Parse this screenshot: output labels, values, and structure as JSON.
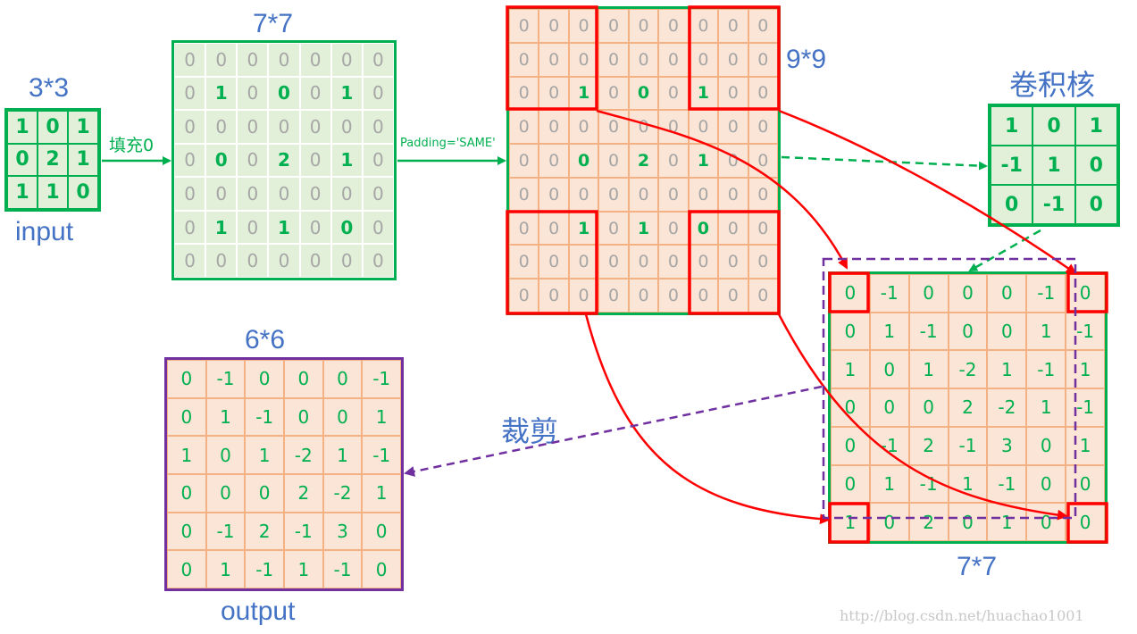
{
  "labels": {
    "input_size": "3*3",
    "input_name": "input",
    "pad_step": "填充0",
    "pad7_size": "7*7",
    "padding_arg": "Padding='SAME'",
    "pad9_size": "9*9",
    "kernel_name": "卷积核",
    "crop": "裁剪",
    "output_size": "6*6",
    "output_name": "output",
    "conv_size": "7*7",
    "watermark": "http://blog.csdn.net/huachao1001"
  },
  "colors": {
    "green": "#00b050",
    "red": "#ff0000",
    "purple": "#7030a0",
    "blue_text": "#4472c4",
    "cell_green_bg": "#e2f0d9",
    "cell_peach_bg": "#fbe5d6"
  },
  "input_matrix": [
    [
      "1",
      "0",
      "1"
    ],
    [
      "0",
      "2",
      "1"
    ],
    [
      "1",
      "1",
      "0"
    ]
  ],
  "padded_7x7": [
    [
      "0",
      "0",
      "0",
      "0",
      "0",
      "0",
      "0"
    ],
    [
      "0",
      "1",
      "0",
      "0",
      "0",
      "1",
      "0"
    ],
    [
      "0",
      "0",
      "0",
      "0",
      "0",
      "0",
      "0"
    ],
    [
      "0",
      "0",
      "0",
      "2",
      "0",
      "1",
      "0"
    ],
    [
      "0",
      "0",
      "0",
      "0",
      "0",
      "0",
      "0"
    ],
    [
      "0",
      "1",
      "0",
      "1",
      "0",
      "0",
      "0"
    ],
    [
      "0",
      "0",
      "0",
      "0",
      "0",
      "0",
      "0"
    ]
  ],
  "padded_7x7_bold": [
    [
      false,
      false,
      false,
      false,
      false,
      false,
      false
    ],
    [
      false,
      true,
      false,
      true,
      false,
      true,
      false
    ],
    [
      false,
      false,
      false,
      false,
      false,
      false,
      false
    ],
    [
      false,
      true,
      false,
      true,
      false,
      true,
      false
    ],
    [
      false,
      false,
      false,
      false,
      false,
      false,
      false
    ],
    [
      false,
      true,
      false,
      true,
      false,
      true,
      false
    ],
    [
      false,
      false,
      false,
      false,
      false,
      false,
      false
    ]
  ],
  "padded_9x9": [
    [
      "0",
      "0",
      "0",
      "0",
      "0",
      "0",
      "0",
      "0",
      "0"
    ],
    [
      "0",
      "0",
      "0",
      "0",
      "0",
      "0",
      "0",
      "0",
      "0"
    ],
    [
      "0",
      "0",
      "1",
      "0",
      "0",
      "0",
      "1",
      "0",
      "0"
    ],
    [
      "0",
      "0",
      "0",
      "0",
      "0",
      "0",
      "0",
      "0",
      "0"
    ],
    [
      "0",
      "0",
      "0",
      "0",
      "2",
      "0",
      "1",
      "0",
      "0"
    ],
    [
      "0",
      "0",
      "0",
      "0",
      "0",
      "0",
      "0",
      "0",
      "0"
    ],
    [
      "0",
      "0",
      "1",
      "0",
      "1",
      "0",
      "0",
      "0",
      "0"
    ],
    [
      "0",
      "0",
      "0",
      "0",
      "0",
      "0",
      "0",
      "0",
      "0"
    ],
    [
      "0",
      "0",
      "0",
      "0",
      "0",
      "0",
      "0",
      "0",
      "0"
    ]
  ],
  "padded_9x9_bold": [
    [
      false,
      false,
      false,
      false,
      false,
      false,
      false,
      false,
      false
    ],
    [
      false,
      false,
      false,
      false,
      false,
      false,
      false,
      false,
      false
    ],
    [
      false,
      false,
      true,
      false,
      true,
      false,
      true,
      false,
      false
    ],
    [
      false,
      false,
      false,
      false,
      false,
      false,
      false,
      false,
      false
    ],
    [
      false,
      false,
      true,
      false,
      true,
      false,
      true,
      false,
      false
    ],
    [
      false,
      false,
      false,
      false,
      false,
      false,
      false,
      false,
      false
    ],
    [
      false,
      false,
      true,
      false,
      true,
      false,
      true,
      false,
      false
    ],
    [
      false,
      false,
      false,
      false,
      false,
      false,
      false,
      false,
      false
    ],
    [
      false,
      false,
      false,
      false,
      false,
      false,
      false,
      false,
      false
    ]
  ],
  "kernel": [
    [
      "1",
      "0",
      "1"
    ],
    [
      "-1",
      "1",
      "0"
    ],
    [
      "0",
      "-1",
      "0"
    ]
  ],
  "conv_7x7": [
    [
      "0",
      "-1",
      "0",
      "0",
      "0",
      "-1",
      "0"
    ],
    [
      "0",
      "1",
      "-1",
      "0",
      "0",
      "1",
      "-1"
    ],
    [
      "1",
      "0",
      "1",
      "-2",
      "1",
      "-1",
      "1"
    ],
    [
      "0",
      "0",
      "0",
      "2",
      "-2",
      "1",
      "-1"
    ],
    [
      "0",
      "-1",
      "2",
      "-1",
      "3",
      "0",
      "1"
    ],
    [
      "0",
      "1",
      "-1",
      "1",
      "-1",
      "0",
      "0"
    ],
    [
      "1",
      "0",
      "2",
      "0",
      "1",
      "0",
      "0"
    ]
  ],
  "output_6x6": [
    [
      "0",
      "-1",
      "0",
      "0",
      "0",
      "-1"
    ],
    [
      "0",
      "1",
      "-1",
      "0",
      "0",
      "1"
    ],
    [
      "1",
      "0",
      "1",
      "-2",
      "1",
      "-1"
    ],
    [
      "0",
      "0",
      "0",
      "2",
      "-2",
      "1"
    ],
    [
      "0",
      "-1",
      "2",
      "-1",
      "3",
      "0"
    ],
    [
      "0",
      "1",
      "-1",
      "1",
      "-1",
      "0"
    ]
  ]
}
